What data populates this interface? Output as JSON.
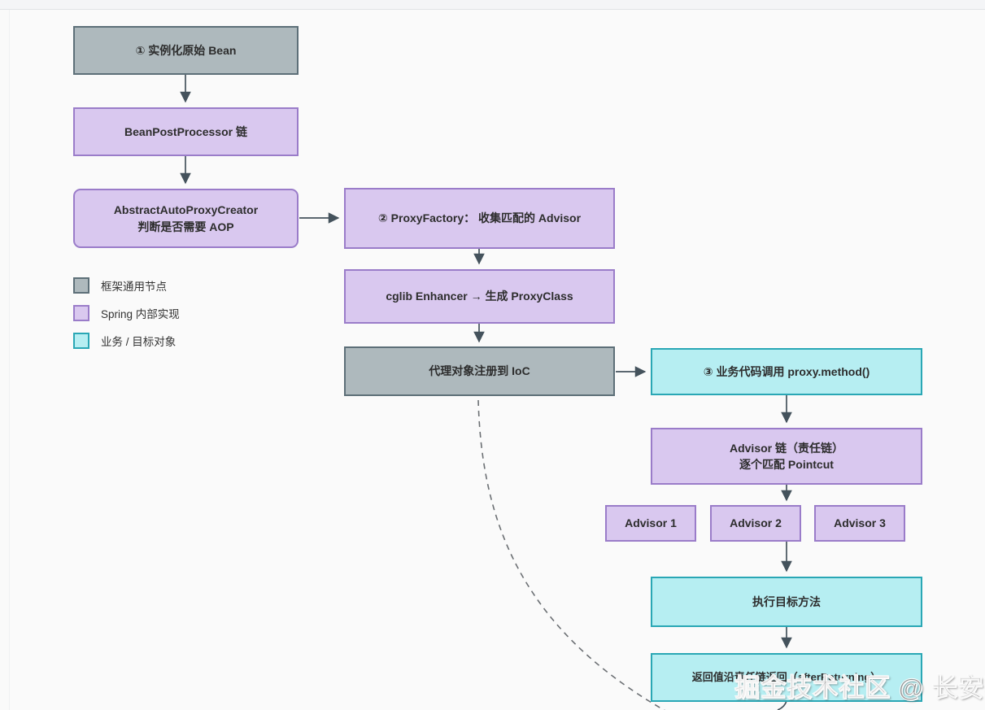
{
  "page": {
    "background": "#fafafa"
  },
  "colors": {
    "framework_fill": "#aeb9bd",
    "framework_border": "#5d6f78",
    "spring_fill": "#d9c8ef",
    "spring_border": "#9a7cc9",
    "business_fill": "#b6eef2",
    "business_border": "#2aa7b5",
    "arrow": "#44525c"
  },
  "nodes": {
    "instantiate_bean": {
      "label": "① 实例化原始 Bean",
      "type": "framework"
    },
    "bpp_chain": {
      "label": "BeanPostProcessor 链",
      "type": "spring"
    },
    "auto_proxy_creator": {
      "line1": "AbstractAutoProxyCreator",
      "line2": "判断是否需要 AOP",
      "type": "spring"
    },
    "proxy_factory": {
      "label": "② ProxyFactory： 收集匹配的 Advisor",
      "type": "spring"
    },
    "cglib_enhancer": {
      "label": "cglib Enhancer → 生成 ProxyClass",
      "type": "spring"
    },
    "register_ioc": {
      "label": "代理对象注册到 IoC",
      "type": "framework"
    },
    "proxy_call": {
      "label": "③ 业务代码调用 proxy.method()",
      "type": "business"
    },
    "advisor_chain": {
      "line1": "Advisor 链（责任链）",
      "line2": "逐个匹配 Pointcut",
      "type": "spring"
    },
    "advisor_1": {
      "label": "Advisor 1",
      "type": "spring"
    },
    "advisor_2": {
      "label": "Advisor 2",
      "type": "spring"
    },
    "advisor_3": {
      "label": "Advisor 3",
      "type": "spring"
    },
    "execute_target": {
      "label": "执行目标方法",
      "type": "business"
    },
    "return_value": {
      "label": "返回值沿责任链返回（afterReturning）",
      "type": "business"
    }
  },
  "legend": {
    "items": [
      {
        "label": "框架通用节点",
        "color": "#aeb9bd"
      },
      {
        "label": "Spring 内部实现",
        "color": "#d9c8ef"
      },
      {
        "label": "业务 / 目标对象",
        "color": "#b6eef2"
      }
    ]
  },
  "watermark": {
    "text": "掘金技术社区 @ 长安不见"
  }
}
